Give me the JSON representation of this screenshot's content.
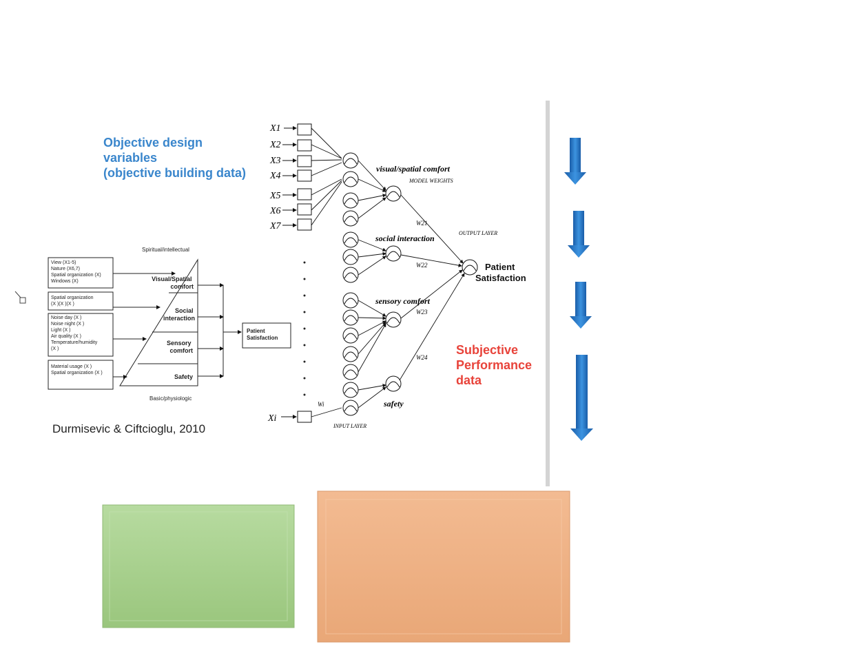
{
  "titles": {
    "objective": [
      "Objective design",
      "variables",
      "(objective building  data)"
    ],
    "subjective": [
      "Subjective",
      "Performance",
      "data"
    ],
    "citation": "Durmisevic & Ciftcioglu, 2010"
  },
  "pyramid": {
    "top_label": "Spiritual/intellectual",
    "bottom_label": "Basic/physiologic",
    "levels": [
      {
        "line1": "Visual/Spatial",
        "line2": "comfort"
      },
      {
        "line1": "Social",
        "line2": "interaction"
      },
      {
        "line1": "Sensory",
        "line2": "comfort"
      },
      {
        "line1": "Safety",
        "line2": ""
      }
    ],
    "inputs": [
      [
        "View (X1-5)",
        "Nature (X6,7)",
        "Spatial organization (X)",
        "Windows (X)"
      ],
      [
        "Spatial organization",
        "(X )(X )(X )"
      ],
      [
        "Noise day (X )",
        "Noise night (X )",
        "Light (X )",
        "Air quality (X )",
        "Temperature/humidity",
        "(X )"
      ],
      [
        "Material usage (X )",
        "Spatial organization (X )"
      ]
    ],
    "output_box": [
      "Patient",
      "Satisfaction"
    ]
  },
  "network": {
    "inputs": [
      "X1",
      "X2",
      "X3",
      "X4",
      "X5",
      "X6",
      "X7"
    ],
    "last_input": "Xi",
    "group_labels": {
      "visual": "visual/spatial comfort",
      "model_weights": "MODEL WEIGHTS",
      "social": "social interaction",
      "sensory": "sensory comfort",
      "safety": "safety",
      "output_layer": "OUTPUT LAYER",
      "input_layer": "INPUT LAYER"
    },
    "output": [
      "Patient",
      "Satisfaction"
    ],
    "weights": {
      "w21": "W21",
      "w22": "W22",
      "w23": "W23",
      "w24": "W24",
      "wi": "Wi"
    }
  },
  "colors": {
    "blue": "#3a86cc",
    "red": "#e8433a",
    "arrow": "#1f6fc0",
    "green_box": "#a9d18e",
    "orange_box": "#f0b183",
    "separator": "#d0d0d0"
  }
}
